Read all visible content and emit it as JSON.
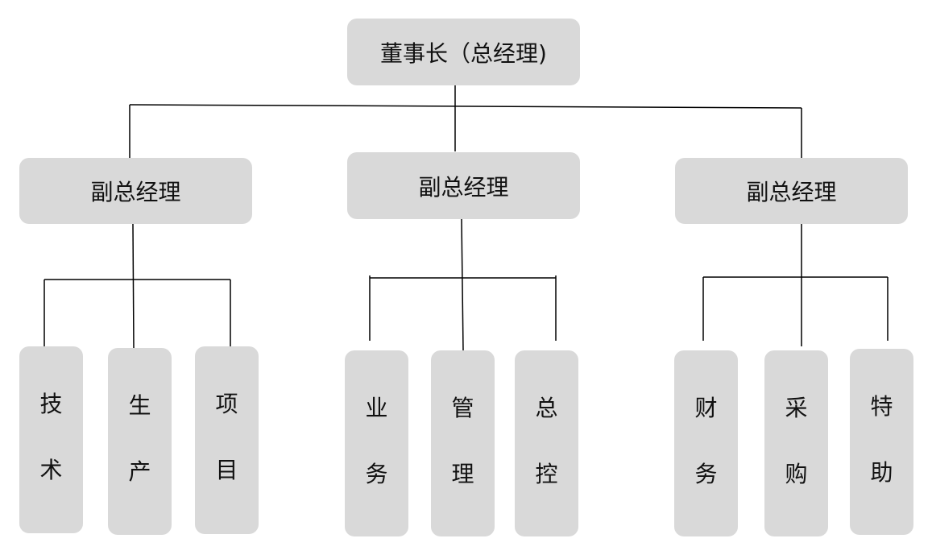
{
  "root": {
    "label": "董事长（总经理)"
  },
  "managers": [
    {
      "label": "副总经理",
      "departments": [
        [
          "技",
          "术"
        ],
        [
          "生",
          "产"
        ],
        [
          "项",
          "目"
        ]
      ]
    },
    {
      "label": "副总经理",
      "departments": [
        [
          "业",
          "务"
        ],
        [
          "管",
          "理"
        ],
        [
          "总",
          "控"
        ]
      ]
    },
    {
      "label": "副总经理",
      "departments": [
        [
          "财",
          "务"
        ],
        [
          "采",
          "购"
        ],
        [
          "特",
          "助"
        ]
      ]
    }
  ],
  "colors": {
    "node_fill": "#d9d9d9",
    "line": "#000000",
    "text": "#111111"
  }
}
